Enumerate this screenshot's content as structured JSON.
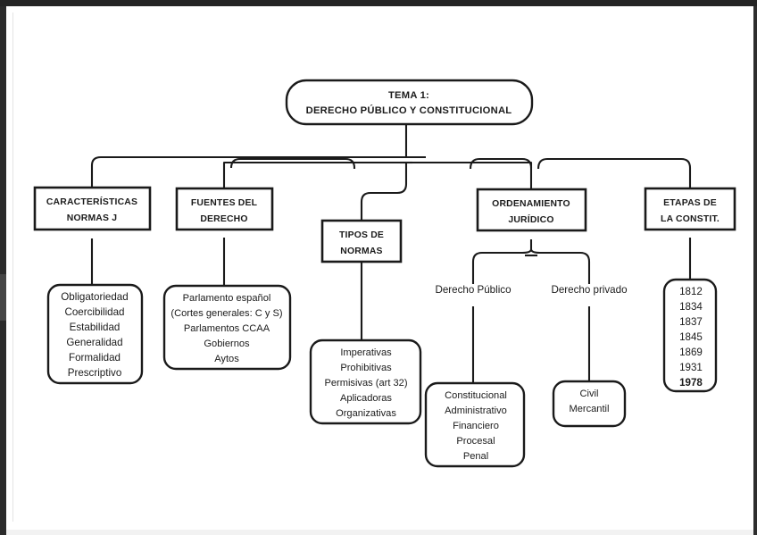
{
  "document": {
    "title": "Mapa conceptual - Tema 1",
    "background_color": "#ffffff",
    "line_color": "#1a1a1a",
    "text_color": "#1b1b1b"
  },
  "root": {
    "line1": "TEMA 1:",
    "line2": "DERECHO PÚBLICO Y CONSTITUCIONAL"
  },
  "branches": [
    {
      "id": "caracteristicas",
      "head_line1": "CARACTERÍSTICAS",
      "head_line2": "NORMAS J",
      "items": [
        "Obligatoriedad",
        "Coercibilidad",
        "Estabilidad",
        "Generalidad",
        "Formalidad",
        "Prescriptivo"
      ]
    },
    {
      "id": "fuentes",
      "head_line1": "FUENTES DEL",
      "head_line2": "DERECHO",
      "items": [
        "Parlamento español",
        "(Cortes generales: C y S)",
        "Parlamentos CCAA",
        "Gobiernos",
        "Aytos"
      ]
    },
    {
      "id": "tipos",
      "head_line1": "TIPOS DE",
      "head_line2": "NORMAS",
      "items": [
        "Imperativas",
        "Prohibitivas",
        "Permisivas (art 32)",
        "Aplicadoras",
        "Organizativas"
      ]
    },
    {
      "id": "ordenamiento",
      "head_line1": "ORDENAMIENTO",
      "head_line2": "JURÍDICO",
      "sublabels": [
        {
          "id": "derecho-publico",
          "text": "Derecho Público"
        },
        {
          "id": "derecho-privado",
          "text": "Derecho privado"
        }
      ],
      "groups": [
        {
          "id": "publico-items",
          "items": [
            "Constitucional",
            "Administrativo",
            "Financiero",
            "Procesal",
            "Penal"
          ]
        },
        {
          "id": "privado-items",
          "items": [
            "Civil",
            "Mercantil"
          ]
        }
      ]
    },
    {
      "id": "etapas",
      "head_line1": "ETAPAS DE",
      "head_line2": "LA CONSTIT.",
      "years": [
        {
          "value": "1812",
          "bold": false
        },
        {
          "value": "1834",
          "bold": false
        },
        {
          "value": "1837",
          "bold": false
        },
        {
          "value": "1845",
          "bold": false
        },
        {
          "value": "1869",
          "bold": false
        },
        {
          "value": "1931",
          "bold": false
        },
        {
          "value": "1978",
          "bold": true
        }
      ]
    }
  ]
}
